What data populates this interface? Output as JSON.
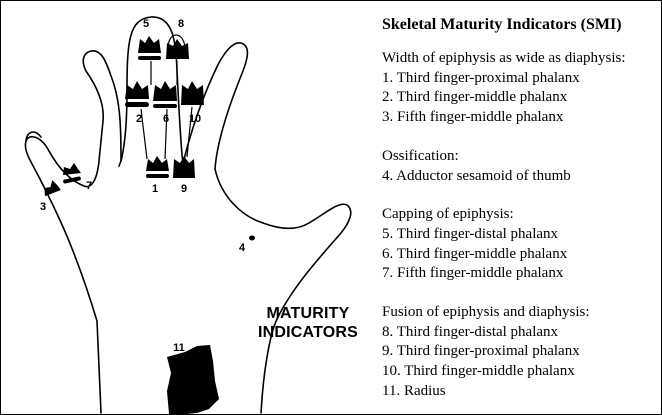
{
  "diagram": {
    "labels": [
      "1",
      "2",
      "3",
      "4",
      "5",
      "6",
      "7",
      "8",
      "9",
      "10",
      "11"
    ],
    "maturity_text": [
      "MATURITY",
      "INDICATORS"
    ]
  },
  "legend": {
    "title": "Skeletal Maturity Indicators (SMI)",
    "sections": [
      {
        "title": "Width of epiphysis as wide as diaphysis:",
        "items": [
          "1. Third finger-proximal phalanx",
          "2. Third finger-middle phalanx",
          "3. Fifth finger-middle phalanx"
        ]
      },
      {
        "title": "Ossification:",
        "items": [
          "4. Adductor sesamoid of thumb"
        ]
      },
      {
        "title": "Capping of epiphysis:",
        "items": [
          "5. Third finger-distal phalanx",
          "6. Third finger-middle phalanx",
          "7. Fifth finger-middle phalanx"
        ]
      },
      {
        "title": "Fusion of epiphysis and diaphysis:",
        "items": [
          "8. Third finger-distal phalanx",
          "9. Third finger-proximal phalanx",
          "10. Third finger-middle phalanx",
          "11. Radius"
        ]
      }
    ]
  }
}
